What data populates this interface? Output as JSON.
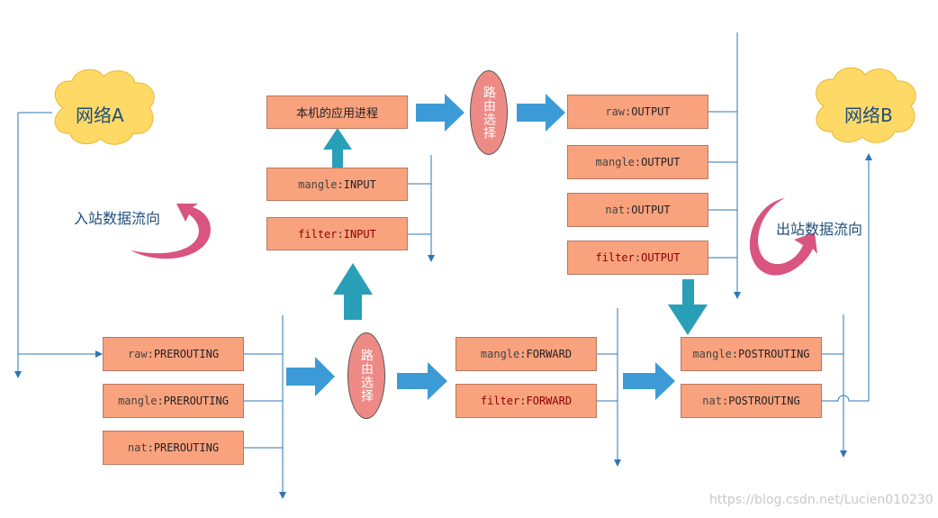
{
  "networks": {
    "a": "网络A",
    "b": "网络B"
  },
  "flows": {
    "inbound": "入站数据流向",
    "outbound": "出站数据流向"
  },
  "local_process": "本机的应用进程",
  "routing": "路由选择",
  "prerouting": [
    {
      "table": "raw",
      "chain": "PREROUTING"
    },
    {
      "table": "mangle",
      "chain": "PREROUTING"
    },
    {
      "table": "nat",
      "chain": "PREROUTING"
    }
  ],
  "input": [
    {
      "table": "mangle",
      "chain": "INPUT"
    },
    {
      "table": "filter",
      "chain": "INPUT"
    }
  ],
  "output": [
    {
      "table": "raw",
      "chain": "OUTPUT"
    },
    {
      "table": "mangle",
      "chain": "OUTPUT"
    },
    {
      "table": "nat",
      "chain": "OUTPUT"
    },
    {
      "table": "filter",
      "chain": "OUTPUT"
    }
  ],
  "forward": [
    {
      "table": "mangle",
      "chain": "FORWARD"
    },
    {
      "table": "filter",
      "chain": "FORWARD"
    }
  ],
  "postrouting": [
    {
      "table": "mangle",
      "chain": "POSTROUTING"
    },
    {
      "table": "nat",
      "chain": "POSTROUTING"
    }
  ],
  "watermark": "https://blog.csdn.net/Lucien010230",
  "colors": {
    "box_fill": "#F9A27E",
    "ellipse_fill": "#EE8A85",
    "cloud_fill": "#FFD966",
    "arrow_blue": "#3C9BD6",
    "arrow_teal": "#2A9FB8",
    "line_blue": "#2E75B6",
    "curve_pink": "#D9547E"
  }
}
